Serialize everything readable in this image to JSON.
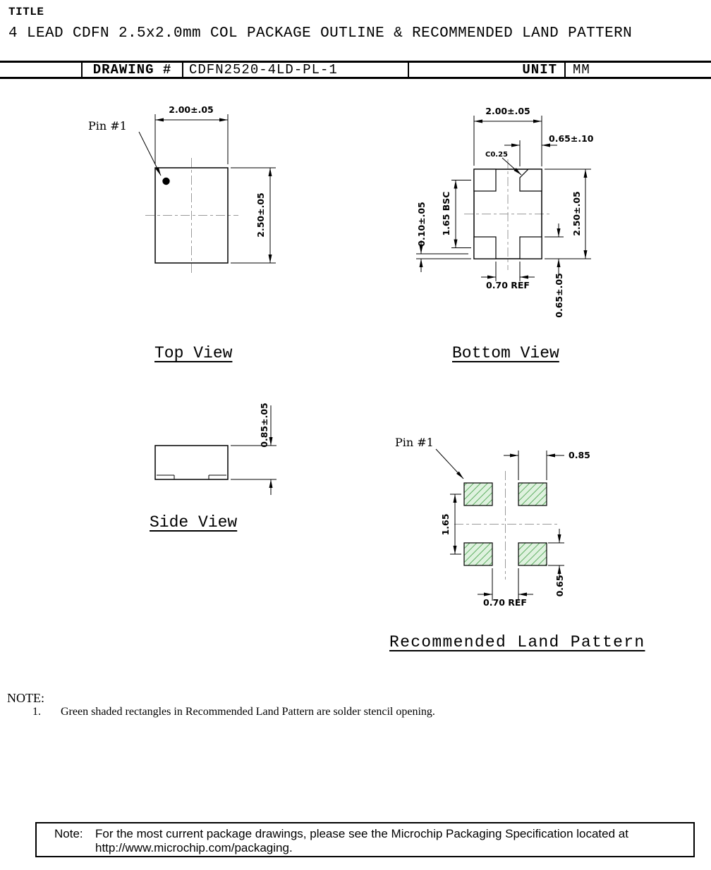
{
  "page": {
    "title_label": "TITLE",
    "doc_title": "4 LEAD CDFN 2.5x2.0mm COL PACKAGE OUTLINE & RECOMMENDED LAND PATTERN"
  },
  "header_table": {
    "drawing_label": "DRAWING #",
    "drawing_number": "CDFN2520-4LD-PL-1",
    "unit_label": "UNIT",
    "unit_value": "MM"
  },
  "top_view": {
    "title": "Top View",
    "pin1_label": "Pin #1",
    "dim_width": "2.00±.05",
    "dim_height": "2.50±.05"
  },
  "bottom_view": {
    "title": "Bottom View",
    "dim_width": "2.00±.05",
    "dim_pad_width": "0.65±.10",
    "chamfer": "C0.25",
    "dim_pitch_v": "1.65 BSC",
    "dim_standoff": "0.10±.05",
    "dim_height": "2.50±.05",
    "dim_gap": "0.70 REF",
    "dim_pad_height": "0.65±.05"
  },
  "side_view": {
    "title": "Side View",
    "dim_height": "0.85±.05"
  },
  "land_pattern": {
    "title": "Recommended Land Pattern",
    "pin1_label": "Pin #1",
    "dim_pad_width": "0.85",
    "dim_pitch_v": "1.65",
    "dim_gap": "0.70 REF",
    "dim_pad_height": "0.65",
    "pad_fill": "#dff2df",
    "hatch_color": "#3f9e43"
  },
  "notes": {
    "heading": "NOTE:",
    "item_number": "1.",
    "item_text": "Green shaded rectangles in Recommended Land Pattern are solder stencil opening."
  },
  "footer_note": {
    "label": "Note:",
    "line1": "For the most current package drawings, please see the Microchip Packaging Specification located at",
    "line2": "http://www.microchip.com/packaging."
  }
}
